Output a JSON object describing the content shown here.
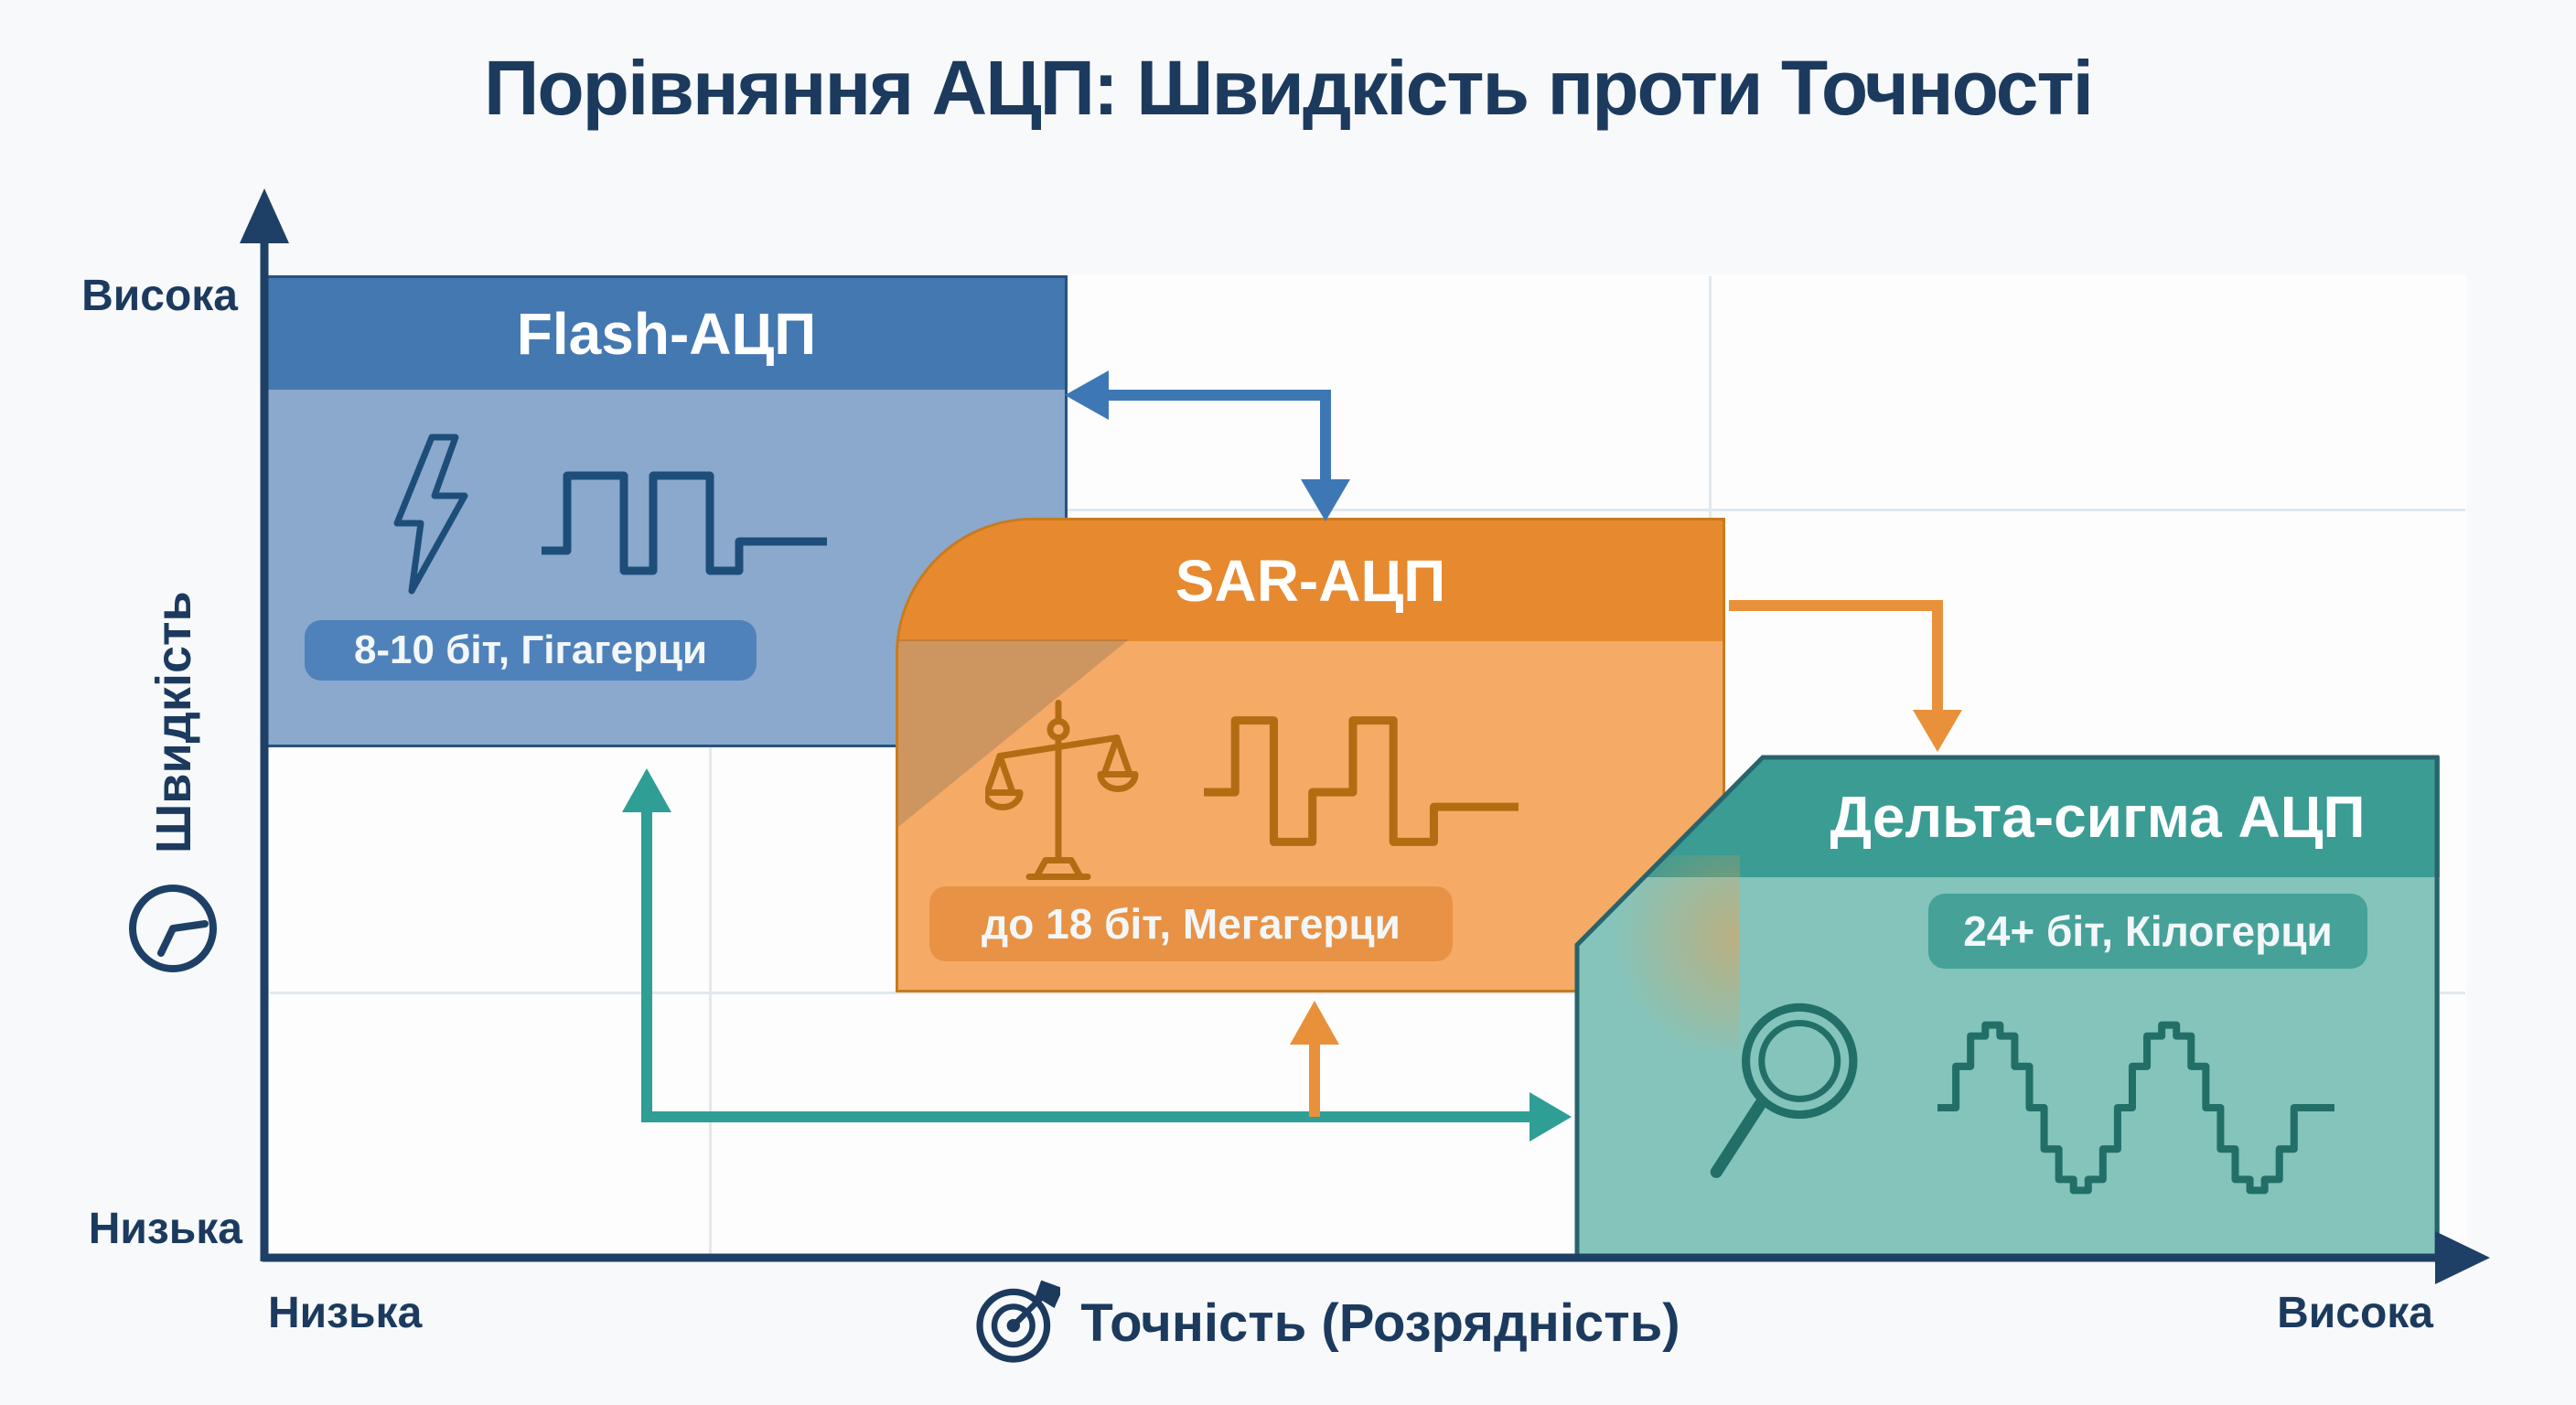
{
  "title": "Порівняння АЦП: Швидкість проти Точності",
  "y_axis": {
    "label": "Швидкість",
    "icon": "clock-icon",
    "high_label": "Висока",
    "low_label": "Низька"
  },
  "x_axis": {
    "label": "Точність (Розрядність)",
    "icon": "target-icon",
    "low_label": "Низька",
    "high_label": "Висока"
  },
  "boxes": [
    {
      "name": "flash-adc",
      "title": "Flash-АЦП",
      "badge": "8-10 біт, Гігагерци",
      "icons": [
        "lightning-icon",
        "square-wave-icon"
      ],
      "position": "high-speed-low-precision"
    },
    {
      "name": "sar-adc",
      "title": "SAR-АЦП",
      "badge": "до 18 біт, Мегагерци",
      "icons": [
        "scales-icon",
        "successive-approximation-wave-icon"
      ],
      "position": "mid-speed-mid-precision"
    },
    {
      "name": "delta-sigma-adc",
      "title": "Дельта-сигма АЦП",
      "badge": "24+ біт, Кілогерци",
      "icons": [
        "magnifier-icon",
        "stepped-sine-wave-icon"
      ],
      "position": "low-speed-high-precision"
    }
  ],
  "arrows": [
    {
      "name": "flash-sar-tradeoff-arrow",
      "type": "double-headed-elbow",
      "color": "#3e78b4"
    },
    {
      "name": "sar-delta-tradeoff-arrow",
      "type": "elbow-down",
      "color": "#e8913a"
    },
    {
      "name": "flash-delta-tradeoff-arrow",
      "type": "double-headed-elbow",
      "color": "#2f9e95"
    },
    {
      "name": "sar-bottom-up-arrow",
      "type": "up",
      "color": "#e8913a"
    }
  ],
  "colors": {
    "page-bg": "#f7f9fa",
    "plot-bg": "#fdfdfe",
    "grid": "#e2e8ed",
    "ink": "#1c3a5e",
    "axis": "#1e4066",
    "flash-header": "#4478b0",
    "flash-body": "#8aa9cc",
    "flash-badge": "#4f82bb",
    "flash-border": "#27527e",
    "flash-icon": "#1d4e7a",
    "sar-header": "#e6892f",
    "sar-body": "#f5ab66",
    "sar-badge": "#e89245",
    "sar-border": "#c97a1e",
    "sar-icon": "#b26d12",
    "delta-header": "#3a9c93",
    "delta-body": "#84c4bb",
    "delta-badge": "#46a199",
    "delta-border": "#29636b",
    "delta-icon": "#226f68",
    "arrow-blue": "#3e78b4",
    "arrow-orange": "#e8913a",
    "arrow-teal": "#2f9e95",
    "badge-text": "#f3f7f9"
  }
}
